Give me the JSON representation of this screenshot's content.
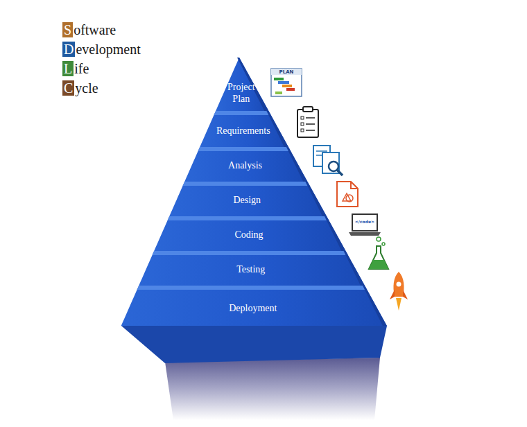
{
  "diagram": {
    "nodes": [
      {
        "text": [
          "Project Plan"
        ]
      },
      {
        "text": [
          "Requirements"
        ]
      },
      {
        "text": [
          "Analysis"
        ]
      },
      {
        "text": [
          "Design"
        ]
      },
      {
        "text": [
          "Coding"
        ]
      },
      {
        "text": [
          "Testing"
        ]
      },
      {
        "text": [
          "Deployment"
        ]
      }
    ],
    "labels": [
      "Software",
      "Development",
      "Life",
      "Cycle",
      "PLAN",
      "</code>"
    ]
  }
}
